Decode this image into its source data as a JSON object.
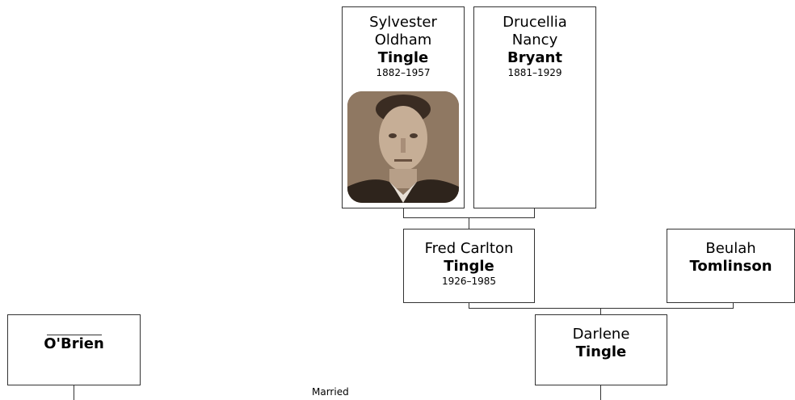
{
  "people": {
    "sylvester": {
      "given_line1": "Sylvester",
      "given_line2": "Oldham",
      "surname": "Tingle",
      "dates": "1882–1957"
    },
    "drucellia": {
      "given_line1": "Drucellia",
      "given_line2": "Nancy",
      "surname": "Bryant",
      "dates": "1881–1929"
    },
    "fred": {
      "given": "Fred Carlton",
      "surname": "Tingle",
      "dates": "1926–1985"
    },
    "beulah": {
      "given": "Beulah",
      "surname": "Tomlinson"
    },
    "darlene": {
      "given": "Darlene",
      "surname": "Tingle"
    },
    "obrien": {
      "surname": "O'Brien"
    }
  },
  "labels": {
    "married": "Married"
  }
}
